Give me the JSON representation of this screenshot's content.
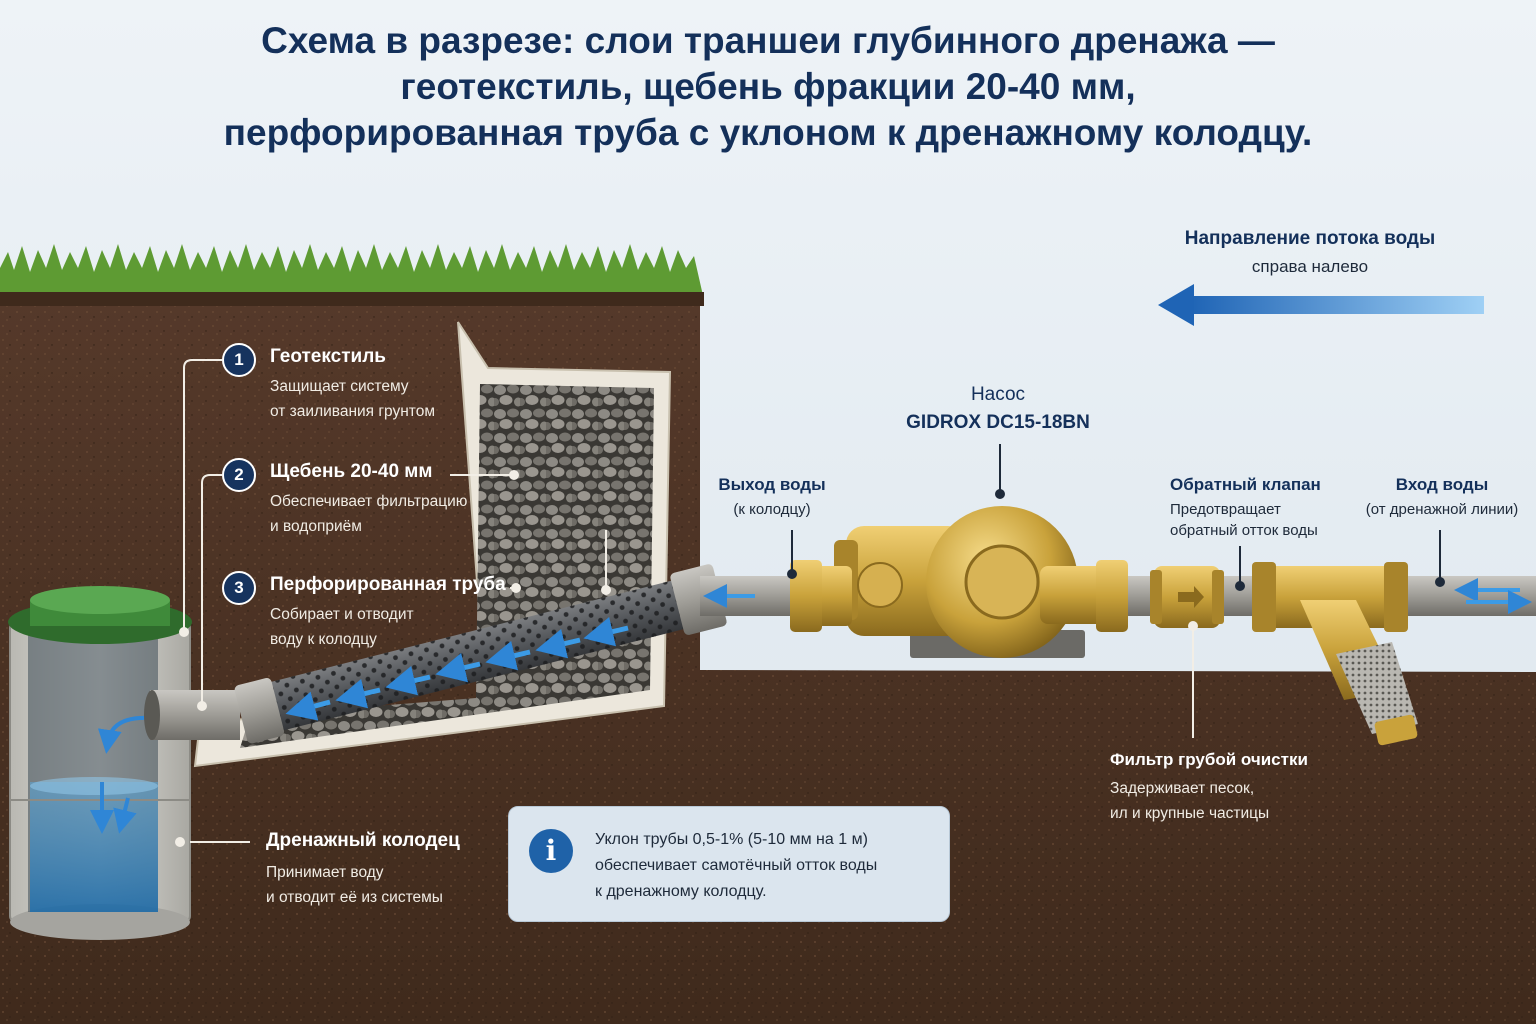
{
  "title": {
    "line1": "Схема в разрезе: слои траншеи глубинного дренажа —",
    "line2": "геотекстиль, щебень фракции 20-40 мм,",
    "line3": "перфорированная труба с уклоном к дренажному колодцу."
  },
  "flow": {
    "title": "Направление потока воды",
    "subtitle": "справа налево"
  },
  "pump": {
    "line1": "Насос",
    "line2": "GIDROX DC15-18BN"
  },
  "outlet": {
    "title": "Выход воды",
    "subtitle": "(к колодцу)"
  },
  "check_valve": {
    "title": "Обратный клапан",
    "line1": "Предотвращает",
    "line2": "обратный отток воды"
  },
  "inlet": {
    "title": "Вход воды",
    "subtitle": "(от дренажной линии)"
  },
  "layers": [
    {
      "num": "1",
      "title": "Геотекстиль",
      "line1": "Защищает систему",
      "line2": "от заиливания грунтом"
    },
    {
      "num": "2",
      "title": "Щебень 20-40 мм",
      "line1": "Обеспечивает фильтрацию",
      "line2": "и водоприём"
    },
    {
      "num": "3",
      "title": "Перфорированная труба",
      "line1": "Собирает и отводит",
      "line2": "воду к колодцу"
    }
  ],
  "well": {
    "title": "Дренажный колодец",
    "line1": "Принимает воду",
    "line2": "и отводит её из системы"
  },
  "filter": {
    "title": "Фильтр грубой очистки",
    "line1": "Задерживает песок,",
    "line2": "ил и крупные частицы"
  },
  "info": {
    "icon": "i",
    "line1": "Уклон трубы 0,5-1% (5-10 мм на 1 м)",
    "line2": "обеспечивает самотёчный отток воды",
    "line3": "к дренажному колодцу."
  },
  "colors": {
    "title": "#14305a",
    "soil": "#4a3221",
    "sky": "#e4ecf2",
    "grass": "#5e9b33",
    "brass": "#c9a23b",
    "pipe": "#9e9c96",
    "water_arrow": "#2f86d6",
    "badge": "#16335e"
  }
}
